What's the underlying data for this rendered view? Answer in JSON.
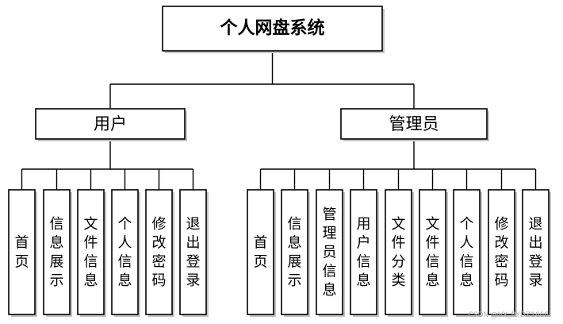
{
  "root": {
    "label": "个人网盘系统"
  },
  "groups": [
    {
      "label": "用户",
      "children": [
        "首页",
        "信息展示",
        "文件信息",
        "个人信息",
        "修改密码",
        "退出登录"
      ]
    },
    {
      "label": "管理员",
      "children": [
        "首页",
        "信息展示",
        "管理员信息",
        "用户信息",
        "文件分类",
        "文件信息",
        "个人信息",
        "修改密码",
        "退出登录"
      ]
    }
  ],
  "watermark": "CSDN @VX_BYDZ1666",
  "colors": {
    "line": "#000000",
    "box_fill": "#ffffff",
    "shadow": "#c4c4c4"
  }
}
